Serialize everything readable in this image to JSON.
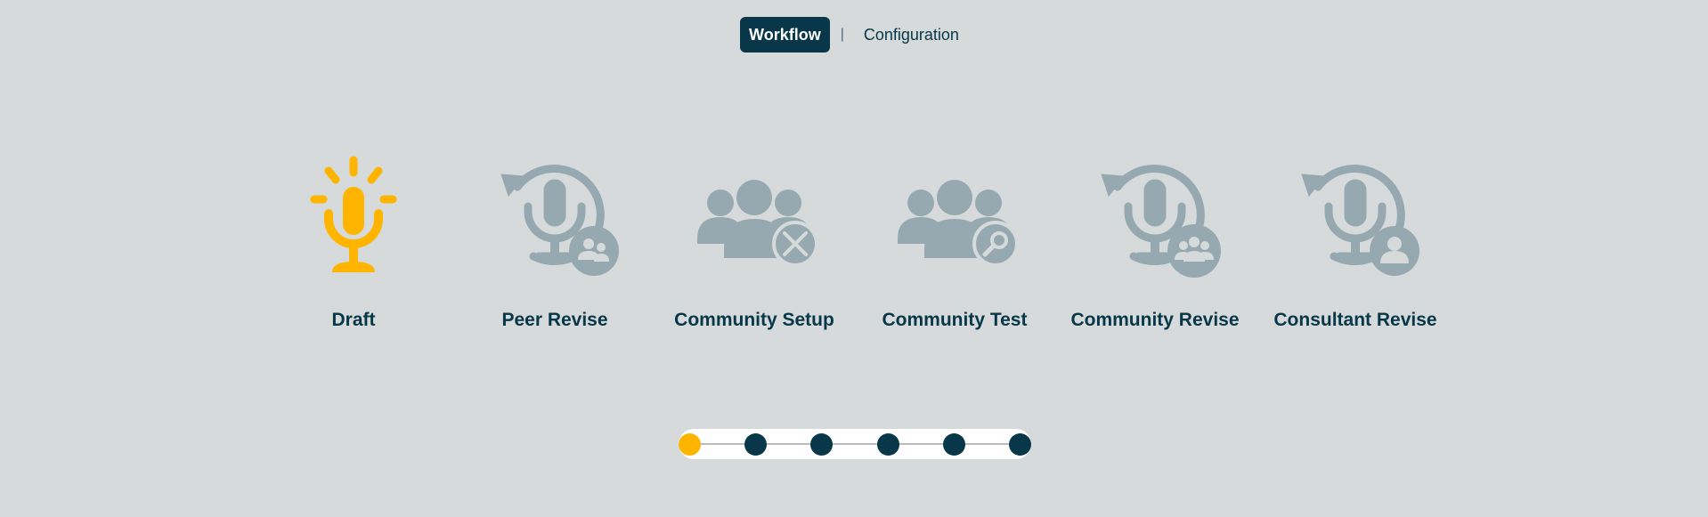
{
  "tabs": {
    "workflow": "Workflow",
    "configuration": "Configuration",
    "separator": "|"
  },
  "colors": {
    "active_step": "#ffb400",
    "inactive_icon": "#97a9b0",
    "text_dark": "#073749",
    "background": "#d6dadb"
  },
  "steps": [
    {
      "label": "Draft",
      "icon": "microphone-icon",
      "state": "active"
    },
    {
      "label": "Peer Revise",
      "icon": "peer-revise-icon",
      "state": "inactive"
    },
    {
      "label": "Community Setup",
      "icon": "community-setup-icon",
      "state": "inactive"
    },
    {
      "label": "Community Test",
      "icon": "community-test-icon",
      "state": "inactive"
    },
    {
      "label": "Community Revise",
      "icon": "community-revise-icon",
      "state": "inactive"
    },
    {
      "label": "Consultant Revise",
      "icon": "consultant-revise-icon",
      "state": "inactive"
    }
  ],
  "progress": {
    "current_step": 1,
    "total_steps": 6
  }
}
